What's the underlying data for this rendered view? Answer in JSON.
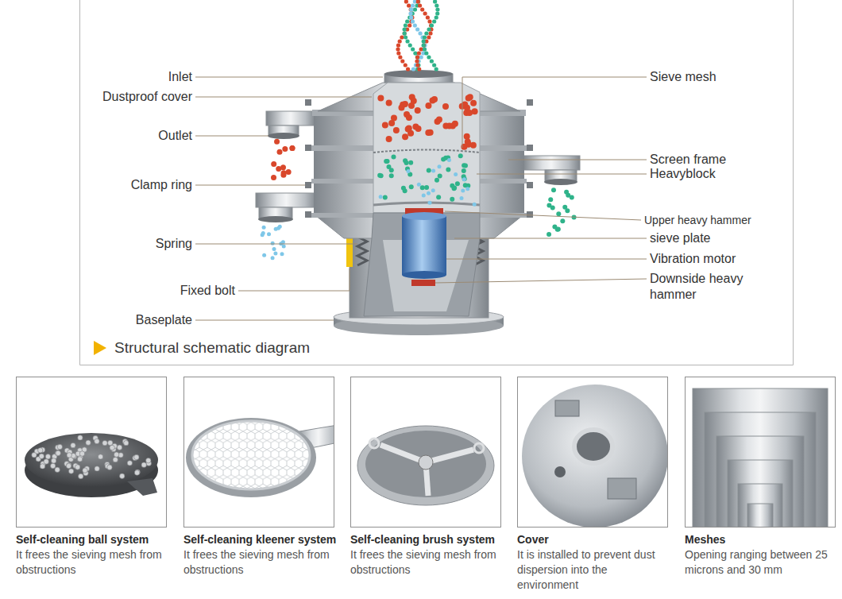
{
  "diagram": {
    "caption": "Structural schematic diagram",
    "nodes": [
      {
        "text": [
          "Self-cleaning ball system",
          "It frees the sieving mesh from obstructions"
        ]
      },
      {
        "text": [
          "Self-cleaning kleener system",
          "It frees the sieving mesh from obstructions"
        ]
      },
      {
        "text": [
          "Self-cleaning brush system",
          "It frees the sieving mesh from obstructions"
        ]
      },
      {
        "text": [
          "Cover",
          "It is installed to prevent dust dispersion into the environment"
        ]
      },
      {
        "text": [
          "Meshes",
          "Opening ranging between 25 microns and 30 mm"
        ]
      }
    ],
    "labels": [
      "Inlet",
      "Dustproof cover",
      "Outlet",
      "Clamp ring",
      "Spring",
      "Fixed bolt",
      "Baseplate",
      "Sieve mesh",
      "Screen frame",
      "Heavyblock",
      "Upper heavy hammer",
      "sieve plate",
      "Vibration motor",
      "Downside heavy hammer"
    ]
  }
}
